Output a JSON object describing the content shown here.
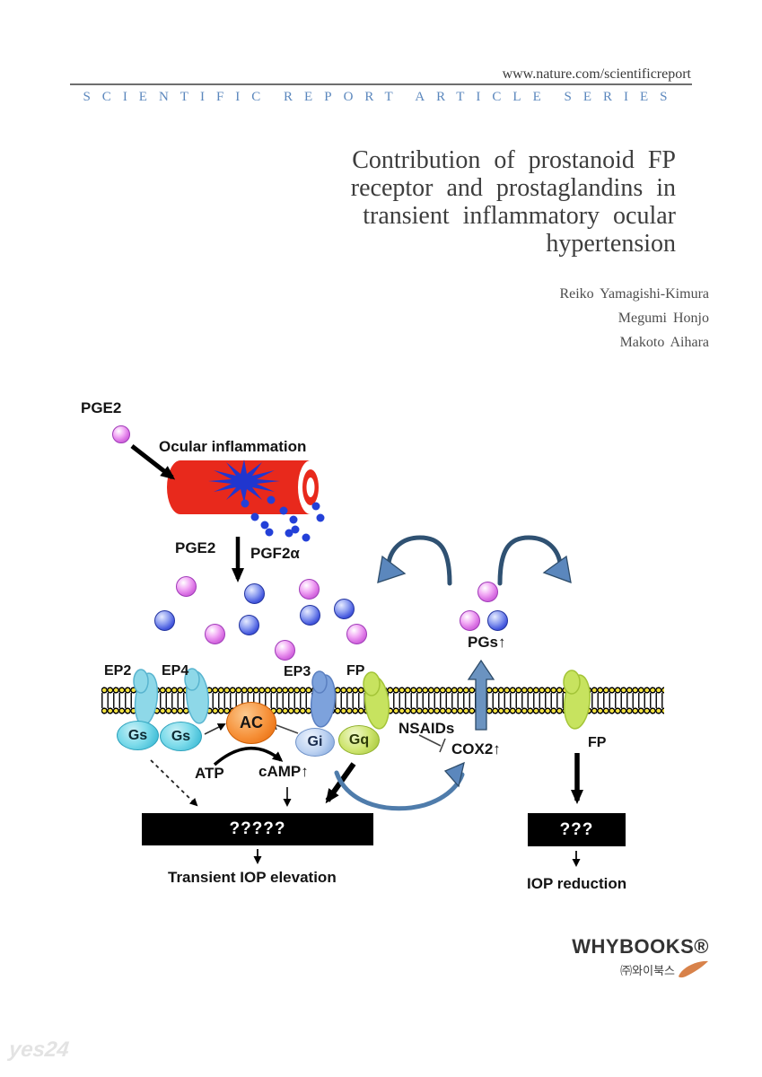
{
  "header": {
    "url": "www.nature.com/scientificreport",
    "series": "SCIENTIFIC REPORT ARTICLE SERIES"
  },
  "title": {
    "lines": [
      "Contribution of prostanoid FP",
      "receptor and prostaglandins in",
      "transient inflammatory ocular",
      "hypertension"
    ]
  },
  "authors": [
    "Reiko Yamagishi-Kimura",
    "Megumi Honjo",
    "Makoto Aihara"
  ],
  "diagram": {
    "labels": {
      "pge2_top": "PGE2",
      "ocular_inflammation": "Ocular inflammation",
      "pge2_mid": "PGE2",
      "pgf2a": "PGF2α",
      "pgs": "PGs↑",
      "ep2": "EP2",
      "ep4": "EP4",
      "ep3": "EP3",
      "fp_left": "FP",
      "fp_right": "FP",
      "gs": "Gs",
      "gi": "Gi",
      "gq": "Gq",
      "ac": "AC",
      "nsaids": "NSAIDs",
      "cox2": "COX2↑",
      "atp": "ATP",
      "camp": "cAMP↑",
      "box_left": "?????",
      "box_right": "???",
      "transient_iop": "Transient IOP elevation",
      "iop_reduction": "IOP reduction"
    }
  },
  "footer": {
    "publisher": "WHYBOOKS®",
    "publisher_kr": "㈜와이북스",
    "watermark": "yes24"
  },
  "colors": {
    "series_blue": "#5b87bd",
    "vessel_red": "#e8291c",
    "inflammation_blue": "#2036cf",
    "membrane_yellow": "#f2e143",
    "receptor_cyan": "#8ed8e8",
    "receptor_blue": "#7da2dc",
    "receptor_green": "#c7e35f",
    "ac_orange": "#f0831f",
    "steel_arrow_blue": "#5b87bd",
    "sphere_pink": "#d96fe3",
    "sphere_blue": "#4558de"
  }
}
